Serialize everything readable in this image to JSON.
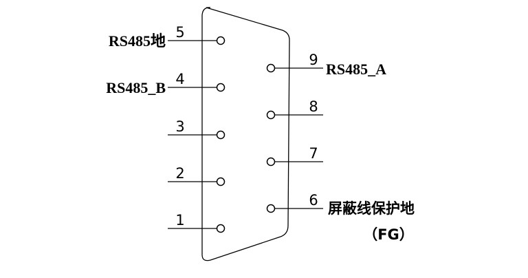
{
  "connector": {
    "pins": [
      {
        "number": "1",
        "side": "left",
        "label": ""
      },
      {
        "number": "2",
        "side": "left",
        "label": ""
      },
      {
        "number": "3",
        "side": "left",
        "label": ""
      },
      {
        "number": "4",
        "side": "left",
        "label": "RS485_B"
      },
      {
        "number": "5",
        "side": "left",
        "label": "RS485地"
      },
      {
        "number": "6",
        "side": "right",
        "label": "屏蔽线保护地",
        "sublabel": "（FG）"
      },
      {
        "number": "7",
        "side": "right",
        "label": ""
      },
      {
        "number": "8",
        "side": "right",
        "label": ""
      },
      {
        "number": "9",
        "side": "right",
        "label": "RS485_A"
      }
    ]
  }
}
